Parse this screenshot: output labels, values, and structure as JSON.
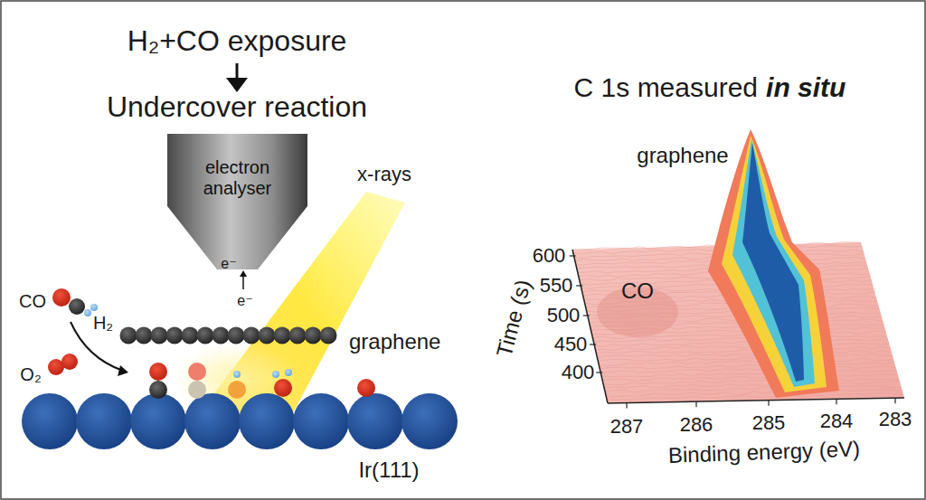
{
  "diagram": {
    "nodes": [
      {
        "text": [
          "electron analyser"
        ]
      }
    ],
    "labels": [
      "H₂+CO exposure",
      "Undercover reaction",
      "x-rays",
      "e⁻",
      "e⁻",
      "CO",
      "H₂",
      "O₂",
      "graphene",
      "Ir(111)",
      "C 1s measured",
      "in situ",
      "graphene",
      "CO",
      "600",
      "550",
      "500",
      "450",
      "400",
      "Time (s)",
      "287",
      "286",
      "285",
      "284",
      "283",
      "Binding energy (eV)"
    ]
  }
}
